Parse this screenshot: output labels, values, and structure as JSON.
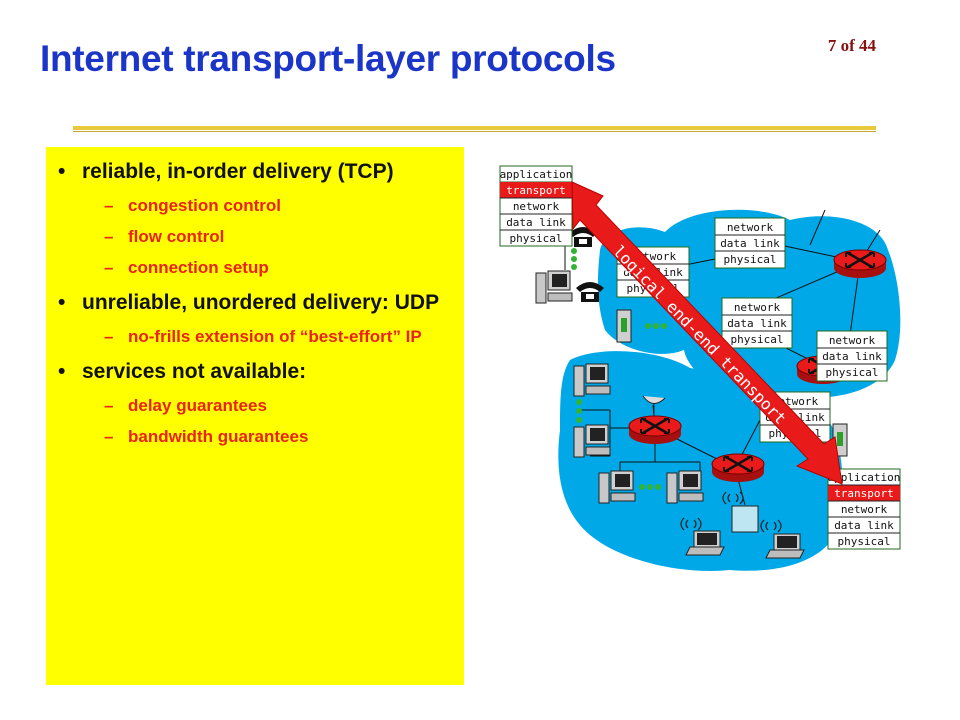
{
  "slide": {
    "title": "Internet transport-layer protocols",
    "number": "7 of 44"
  },
  "bullets": [
    {
      "text": "reliable, in-order delivery (TCP)",
      "subs": [
        "congestion control",
        "flow control",
        "connection setup"
      ]
    },
    {
      "text": "unreliable, unordered delivery: UDP",
      "subs": [
        "no-frills extension of “best-effort” IP"
      ]
    },
    {
      "text": "services not available:",
      "subs": [
        "delay guarantees",
        "bandwidth guarantees"
      ]
    }
  ],
  "diagram": {
    "arrow_label": "logical end-end transport",
    "host_stack": [
      "application",
      "transport",
      "network",
      "data link",
      "physical"
    ],
    "router_stack": [
      "network",
      "data link",
      "physical"
    ],
    "colors": {
      "cloud": "#00a8e8",
      "arrow": "#e81a1a",
      "highlight": "#e81a1a",
      "text_highlight": "#ff0000",
      "box_bg": "#ffff00"
    }
  }
}
